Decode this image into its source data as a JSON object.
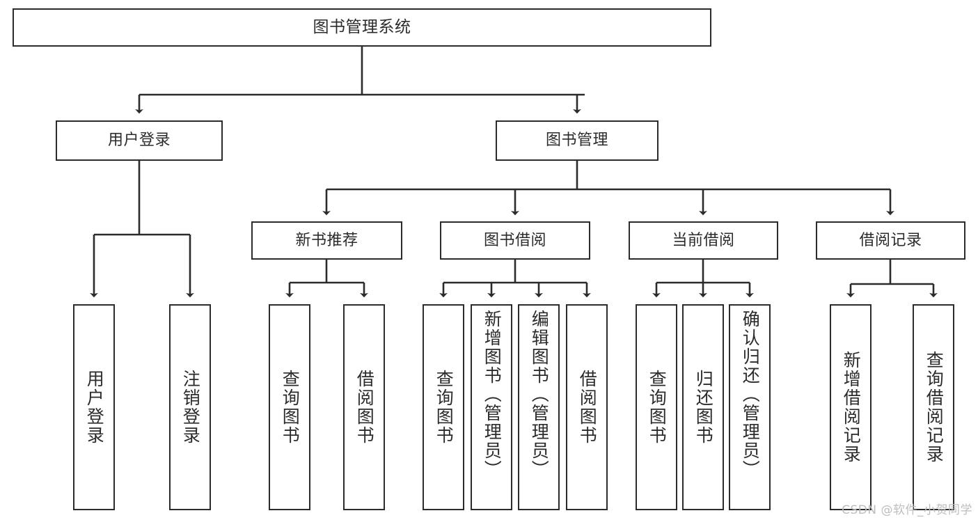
{
  "diagram": {
    "title": "图书管理系统",
    "type": "tree-hierarchy-chart",
    "root": {
      "id": "root",
      "label": "图书管理系统"
    },
    "level2": [
      {
        "id": "user-login",
        "label": "用户登录"
      },
      {
        "id": "book-management",
        "label": "图书管理"
      }
    ],
    "level3": [
      {
        "id": "new-book-recommend",
        "label": "新书推荐"
      },
      {
        "id": "book-borrow",
        "label": "图书借阅"
      },
      {
        "id": "current-borrow",
        "label": "当前借阅"
      },
      {
        "id": "borrow-record",
        "label": "借阅记录"
      }
    ],
    "leaves": [
      {
        "id": "leaf-user-login",
        "label": "用户登录",
        "parent": "user-login"
      },
      {
        "id": "leaf-logout",
        "label": "注销登录",
        "parent": "user-login"
      },
      {
        "id": "leaf-query-book-1",
        "label": "查询图书",
        "parent": "new-book-recommend"
      },
      {
        "id": "leaf-borrow-book-1",
        "label": "借阅图书",
        "parent": "new-book-recommend"
      },
      {
        "id": "leaf-query-book-2",
        "label": "查询图书",
        "parent": "book-borrow"
      },
      {
        "id": "leaf-add-book",
        "label": "新增图书（管理员）",
        "parent": "book-borrow"
      },
      {
        "id": "leaf-edit-book",
        "label": "编辑图书（管理员）",
        "parent": "book-borrow"
      },
      {
        "id": "leaf-borrow-book-2",
        "label": "借阅图书",
        "parent": "book-borrow"
      },
      {
        "id": "leaf-query-book-3",
        "label": "查询图书",
        "parent": "current-borrow"
      },
      {
        "id": "leaf-return-book",
        "label": "归还图书",
        "parent": "current-borrow"
      },
      {
        "id": "leaf-confirm-return",
        "label": "确认归还（管理员）",
        "parent": "current-borrow"
      },
      {
        "id": "leaf-add-record",
        "label": "新增借阅记录",
        "parent": "borrow-record"
      },
      {
        "id": "leaf-query-record",
        "label": "查询借阅记录",
        "parent": "borrow-record"
      }
    ],
    "watermark": "CSDN @软件_小贺同学",
    "colors": {
      "stroke": "#2b2b2b",
      "background": "#ffffff",
      "text": "#2b2b2b",
      "watermark": "#bdbdbd"
    }
  }
}
